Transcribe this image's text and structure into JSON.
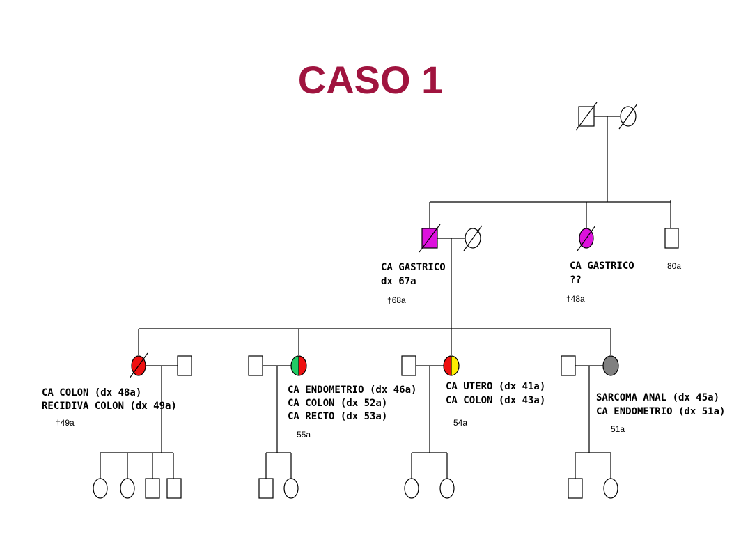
{
  "title": "CASO 1",
  "colors": {
    "title": "#a0143f",
    "red": "#ee1111",
    "magenta": "#dd11dd",
    "green": "#22cc66",
    "yellow": "#ffee00",
    "gray": "#808080",
    "unaffected": "#ffffff"
  },
  "generation_2": {
    "father": {
      "lines": [
        "CA GASTRICO",
        "dx 67a"
      ],
      "death": "†68a"
    },
    "sister": {
      "lines": [
        "CA GASTRICO",
        "??"
      ],
      "death": "†48a"
    },
    "brother": {
      "age": "80a"
    }
  },
  "generation_3": {
    "child1": {
      "lines": [
        "CA COLON (dx 48a)",
        "RECIDIVA COLON (dx 49a)"
      ],
      "death": "†49a"
    },
    "child2": {
      "lines": [
        "CA ENDOMETRIO (dx 46a)",
        "CA COLON (dx 52a)",
        "CA RECTO (dx 53a)"
      ],
      "age": "55a"
    },
    "child3": {
      "lines": [
        "CA UTERO (dx 41a)",
        "CA COLON (dx 43a)"
      ],
      "age": "54a"
    },
    "child4": {
      "lines": [
        "SARCOMA ANAL (dx 45a)",
        "CA ENDOMETRIO (dx 51a)"
      ],
      "age": "51a"
    }
  }
}
